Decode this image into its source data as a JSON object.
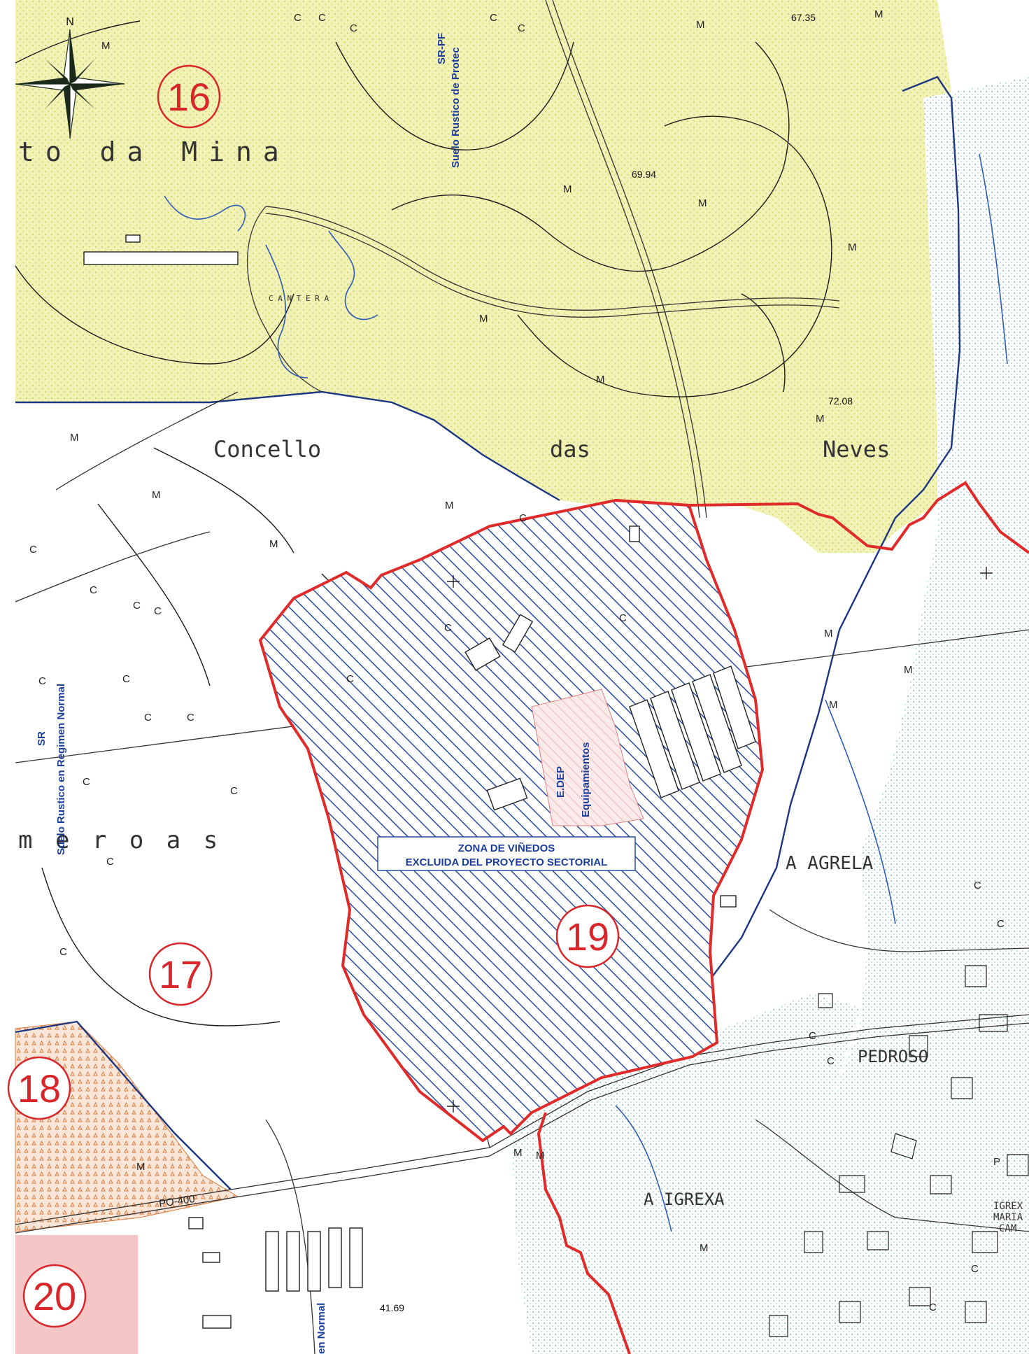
{
  "north_label": "N",
  "zones": [
    {
      "id": "zone-16",
      "number": "16"
    },
    {
      "id": "zone-17",
      "number": "17"
    },
    {
      "id": "zone-18",
      "number": "18"
    },
    {
      "id": "zone-19",
      "number": "19"
    },
    {
      "id": "zone-20",
      "number": "20"
    }
  ],
  "place_names": {
    "mina": "to da Mina",
    "concello": "Concello",
    "das": "das",
    "neves": "Neves",
    "meroas": "m e r o a s",
    "agrela": "A AGRELA",
    "pedroso": "PEDROSO",
    "igrexa": "A IGREXA",
    "cantera": "C A N T E R A",
    "igrex_short": "IGREX",
    "maria_short": "MARIA",
    "cam_short": "CAM"
  },
  "area_labels": {
    "sr_pf_code": "SR-PF",
    "sr_pf_name": "Suelo Rustico de Protec",
    "sr_code": "SR",
    "sr_name": "Suelo Rustico en Regimen Normal",
    "sr_bottom_name": "en Normal",
    "edep_code": "E.DEP",
    "edep_name": "Equipamientos"
  },
  "excluded_zone_box": {
    "line1": "ZONA DE VIÑEDOS",
    "line2": "EXCLUIDA DEL PROYECTO SECTORIAL"
  },
  "road_label": "PO-400",
  "elevations": [
    "67.35",
    "69.94",
    "72.08",
    "41.69"
  ],
  "colors": {
    "rustic_protection_fill": "#f2f1b6",
    "rustic_dot": "#b7c53a",
    "boundary_red": "#e02b2b",
    "hatch_blue": "#2a4ca0",
    "zone18_fill": "#f7d7c0",
    "zone20_fill": "#f5c6c6",
    "urban_dots": "#5aa5a6"
  }
}
